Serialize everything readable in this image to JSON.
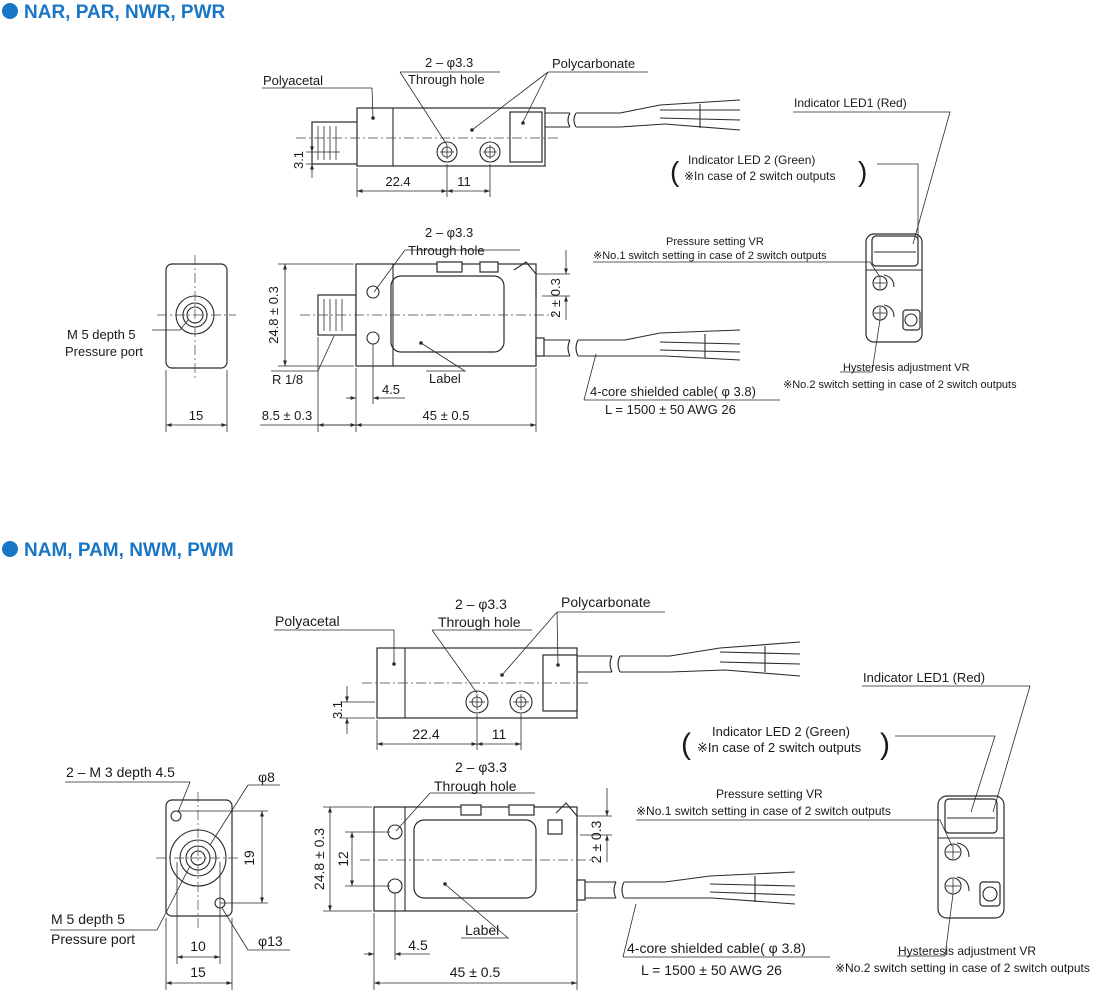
{
  "sections": [
    {
      "title": "NAR, PAR, NWR, PWR",
      "labels": {
        "polyacetal": "Polyacetal",
        "through_hole_count": "2 – φ3.3",
        "through_hole": "Through hole",
        "polycarbonate": "Polycarbonate",
        "dim_3_1": "3.1",
        "dim_22_4": "22.4",
        "dim_11": "11",
        "through_hole_count_2": "2 – φ3.3",
        "through_hole_2": "Through hole",
        "dim_24_8": "24.8 ± 0.3",
        "dim_2": "2 ± 0.3",
        "m5_depth": "M 5 depth 5",
        "pressure_port": "Pressure port",
        "r_1_8": "R 1/8",
        "dim_4_5": "4.5",
        "label": "Label",
        "dim_15": "15",
        "dim_8_5": "8.5 ± 0.3",
        "dim_45": "45 ± 0.5",
        "cable": "4-core shielded cable( φ 3.8)",
        "cable_length": "L = 1500 ± 50 AWG 26",
        "led1": "Indicator LED1 (Red)",
        "led2": "Indicator LED 2 (Green)",
        "led2_note": "※In case of 2 switch outputs",
        "pressure_vr": "Pressure setting VR",
        "pressure_vr_note": "※No.1 switch setting in case of 2 switch outputs",
        "hyst_vr": "Hysteresis adjustment VR",
        "hyst_vr_note": "※No.2 switch setting in case of 2 switch outputs"
      }
    },
    {
      "title": "NAM, PAM, NWM, PWM",
      "labels": {
        "polyacetal": "Polyacetal",
        "through_hole_count": "2 – φ3.3",
        "through_hole": "Through hole",
        "polycarbonate": "Polycarbonate",
        "dim_3_1": "3.1",
        "dim_22_4": "22.4",
        "dim_11": "11",
        "m3_depth": "2 – M 3 depth 4.5",
        "phi8": "φ8",
        "dim_19": "19",
        "through_hole_count_2": "2 – φ3.3",
        "through_hole_2": "Through hole",
        "dim_24_8": "24.8 ± 0.3",
        "dim_12": "12",
        "dim_2": "2 ± 0.3",
        "m5_depth": "M 5 depth 5",
        "pressure_port": "Pressure port",
        "dim_10": "10",
        "phi13": "φ13",
        "dim_4_5": "4.5",
        "label": "Label",
        "dim_15": "15",
        "dim_45": "45 ± 0.5",
        "cable": "4-core shielded cable( φ 3.8)",
        "cable_length": "L = 1500 ± 50 AWG 26",
        "led1": "Indicator LED1 (Red)",
        "led2": "Indicator LED 2 (Green)",
        "led2_note": "※In case of 2 switch outputs",
        "pressure_vr": "Pressure setting VR",
        "pressure_vr_note": "※No.1 switch setting in case of 2 switch outputs",
        "hyst_vr": "Hysteresis adjustment VR",
        "hyst_vr_note": "※No.2 switch setting in case of 2 switch outputs"
      }
    }
  ],
  "colors": {
    "heading": "#1976c6",
    "line": "#2a2a2a"
  }
}
